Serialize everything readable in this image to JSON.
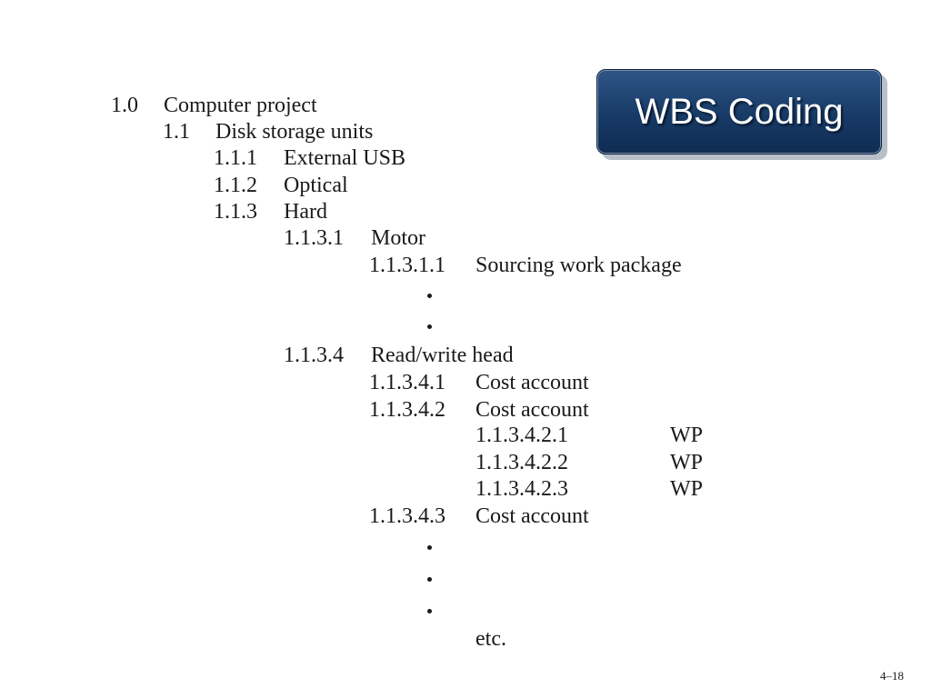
{
  "slide": {
    "title": "WBS Coding",
    "page_number": "4–18"
  },
  "wbs": {
    "rows": [
      {
        "code": "1.0",
        "label": "Computer project"
      },
      {
        "code": "1.1",
        "label": "Disk storage units"
      },
      {
        "code": "1.1.1",
        "label": "External USB"
      },
      {
        "code": "1.1.2",
        "label": "Optical"
      },
      {
        "code": "1.1.3",
        "label": "Hard"
      },
      {
        "code": "1.1.3.1",
        "label": "Motor"
      },
      {
        "code": "1.1.3.1.1",
        "label": "Sourcing work package"
      },
      {
        "code": "1.1.3.4",
        "label": "Read/write head"
      },
      {
        "code": "1.1.3.4.1",
        "label": "Cost account"
      },
      {
        "code": "1.1.3.4.2",
        "label": "Cost account"
      },
      {
        "code": "1.1.3.4.2.1",
        "label": "WP"
      },
      {
        "code": "1.1.3.4.2.2",
        "label": "WP"
      },
      {
        "code": "1.1.3.4.2.3",
        "label": "WP"
      },
      {
        "code": "1.1.3.4.3",
        "label": "Cost account"
      }
    ],
    "ending": "etc."
  }
}
